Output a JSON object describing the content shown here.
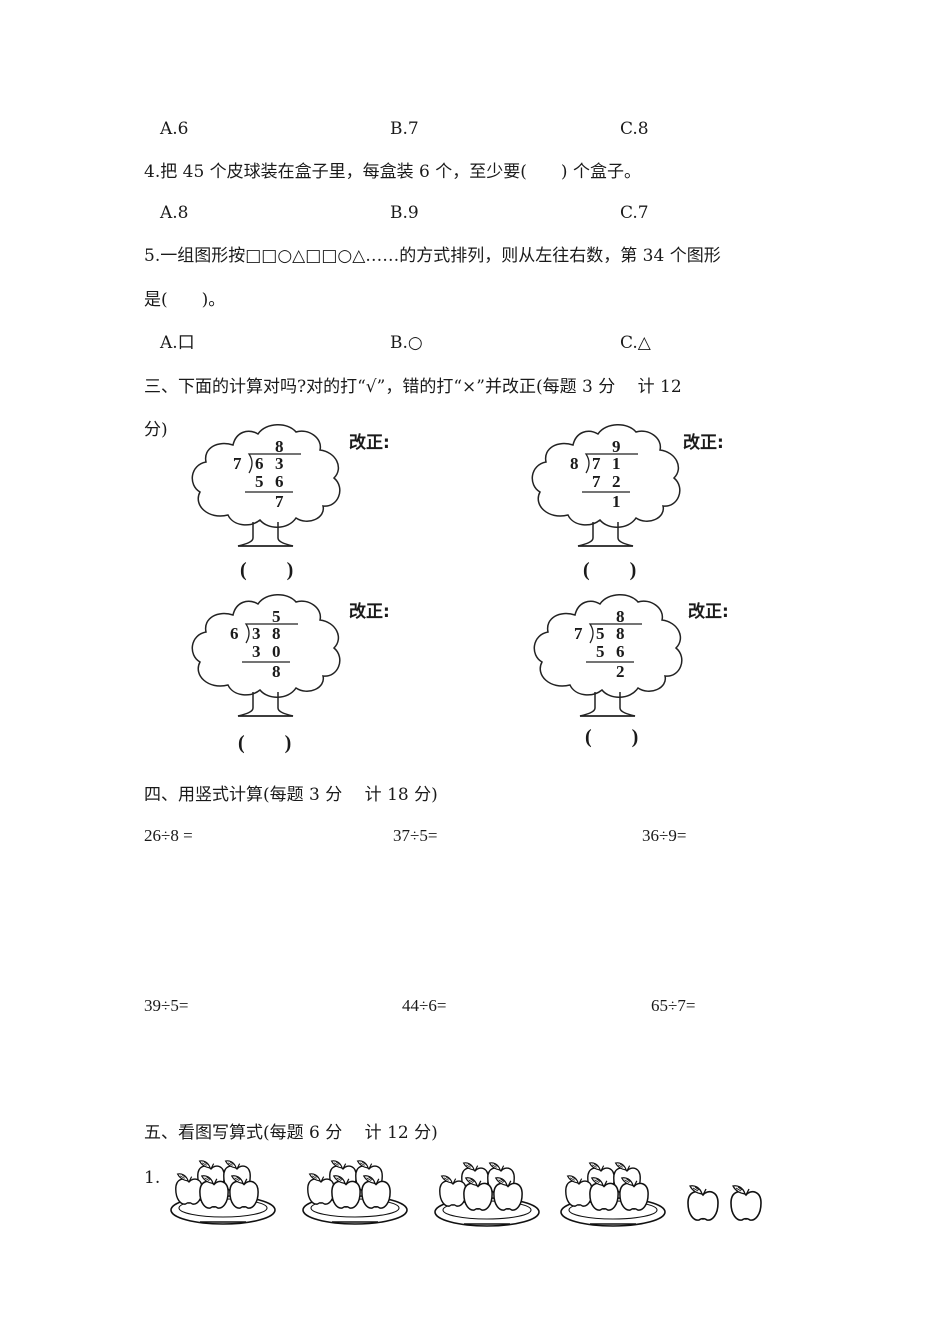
{
  "q3_options": {
    "a": "A.6",
    "b": "B.7",
    "c": "C.8"
  },
  "q4": {
    "text": "4.把 45 个皮球装在盒子里，每盒装 6 个，至少要(　　) 个盒子。",
    "options": {
      "a": "A.8",
      "b": "B.9",
      "c": "C.7"
    }
  },
  "q5": {
    "text_line1": "5.一组图形按□□○△□□○△……的方式排列，则从左往右数，第 34 个图形",
    "text_line2": "是(　　)。",
    "options": {
      "a": "A.口",
      "b": "B.○",
      "c": "C.△"
    }
  },
  "section3": {
    "title_line1": "三、下面的计算对吗?对的打“√”，错的打“×”并改正(每题 3 分　 计 12",
    "title_line2": "分)",
    "fix_label": "改正:",
    "paren": "(　　)",
    "problems": [
      {
        "divisor": "7",
        "quotient": "8",
        "d1": "6",
        "d2": "3",
        "p1": "5",
        "p2": "6",
        "remainder": "7"
      },
      {
        "divisor": "8",
        "quotient": "9",
        "d1": "7",
        "d2": "1",
        "p1": "7",
        "p2": "2",
        "remainder": "1"
      },
      {
        "divisor": "6",
        "quotient": "5",
        "d1": "3",
        "d2": "8",
        "p1": "3",
        "p2": "0",
        "remainder": "8"
      },
      {
        "divisor": "7",
        "quotient": "8",
        "d1": "5",
        "d2": "8",
        "p1": "5",
        "p2": "6",
        "remainder": "2"
      }
    ]
  },
  "section4": {
    "title": "四、用竖式计算(每题 3 分　 计 18 分)",
    "row1": [
      "26÷8 =",
      "37÷5=",
      "36÷9="
    ],
    "row2": [
      "39÷5=",
      "44÷6=",
      "65÷7="
    ]
  },
  "section5": {
    "title": "五、看图写算式(每题 6 分　 计 12 分)",
    "item1_label": "1.",
    "plates": 4,
    "apples_per_plate": 5,
    "loose_apples": 2
  }
}
